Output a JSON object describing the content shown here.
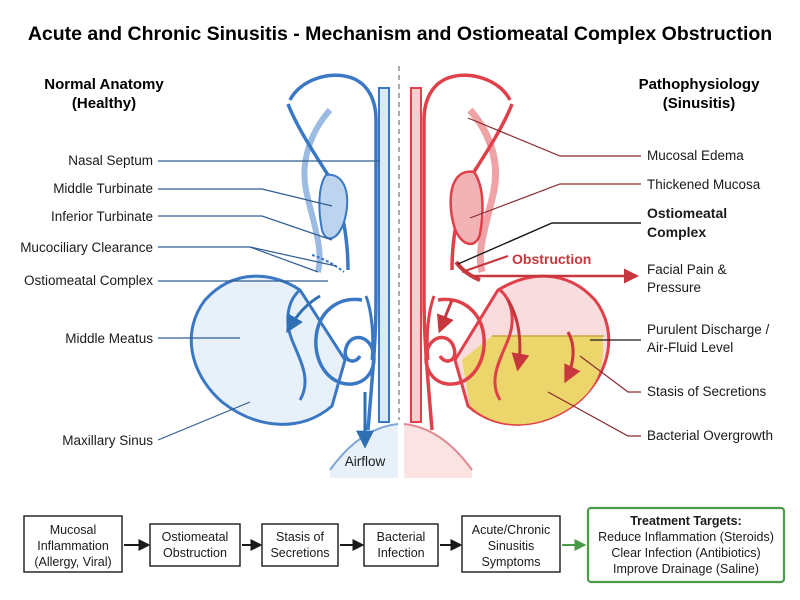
{
  "title": "Acute and Chronic Sinusitis - Mechanism and Ostiomeatal Complex Obstruction",
  "left_panel": {
    "heading": [
      "Normal Anatomy",
      "(Healthy)"
    ],
    "labels": {
      "nasal_septum": "Nasal Septum",
      "middle_turbinate": "Middle Turbinate",
      "inferior_turbinate": "Inferior Turbinate",
      "mucociliary_clearance": "Mucociliary Clearance",
      "ostiomeatal_complex": "Ostiomeatal Complex",
      "middle_meatus": "Middle Meatus",
      "maxillary_sinus": "Maxillary Sinus"
    },
    "airflow": "Airflow"
  },
  "right_panel": {
    "heading": [
      "Pathophysiology",
      "(Sinusitis)"
    ],
    "labels": {
      "mucosal_edema": "Mucosal Edema",
      "thickened_mucosa": "Thickened Mucosa",
      "ostiomeatal_complex": [
        "Ostiomeatal",
        "Complex"
      ],
      "obstruction": "Obstruction",
      "facial_pain": [
        "Facial Pain &",
        "Pressure"
      ],
      "purulent_discharge": [
        "Purulent Discharge /",
        "Air-Fluid Level"
      ],
      "stasis_of_secretions": "Stasis of Secretions",
      "bacterial_overgrowth": "Bacterial Overgrowth"
    }
  },
  "flowchart": {
    "steps": [
      [
        "Mucosal",
        "Inflammation",
        "(Allergy, Viral)"
      ],
      [
        "Ostiomeatal",
        "Obstruction"
      ],
      [
        "Stasis of",
        "Secretions"
      ],
      [
        "Bacterial",
        "Infection"
      ],
      [
        "Acute/Chronic",
        "Sinusitis",
        "Symptoms"
      ]
    ],
    "treatment": {
      "heading": "Treatment Targets:",
      "items": [
        "Reduce Inflammation (Steroids)",
        "Clear Infection (Antibiotics)",
        "Improve Drainage (Saline)"
      ]
    }
  },
  "colors": {
    "healthy_blue": "#3a78c4",
    "healthy_fill": "#dbe8f6",
    "sinusitis_red": "#e0404a",
    "sinusitis_fill": "#f7cfd1",
    "fluid_yellow": "#ecd56a",
    "obstruction_red": "#c8373d",
    "treatment_green": "#4a9a47"
  }
}
